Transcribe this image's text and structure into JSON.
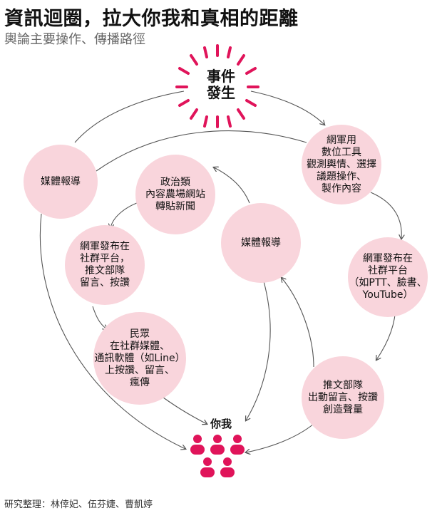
{
  "header": {
    "title": "資訊迴圈，拉大你我和真相的距離",
    "subtitle": "輿論主要操作、傳播路徑"
  },
  "event": {
    "label": "事件\n發生"
  },
  "nodes": {
    "media_report_left": "媒體報導",
    "army_monitor": "網軍用\n數位工具\n觀測輿情、選擇\n議題操作、\n製作內容",
    "army_post_platform": "網軍發布在\n社群平台\n（如PTT、臉書、\nYouTube）",
    "push_team": "推文部隊\n出動留言、按讚\n創造聲量",
    "media_report_center": "媒體報導",
    "political_farm": "政治類\n內容農場網站\n轉貼新聞",
    "army_post_inner": "網軍發布在\n社群平台，\n推文部隊\n留言、按讚",
    "public": "民眾\n在社群媒體、\n通訊軟體（如Line）\n上按讚、留言、\n瘋傳"
  },
  "audience": {
    "label": "你我"
  },
  "footer": {
    "credit": "研究整理：林倖妃、伍芬婕、曹凱婷"
  },
  "colors": {
    "accent": "#e0145a",
    "node_fill": "#f9d5dc",
    "arrow": "#555555"
  }
}
